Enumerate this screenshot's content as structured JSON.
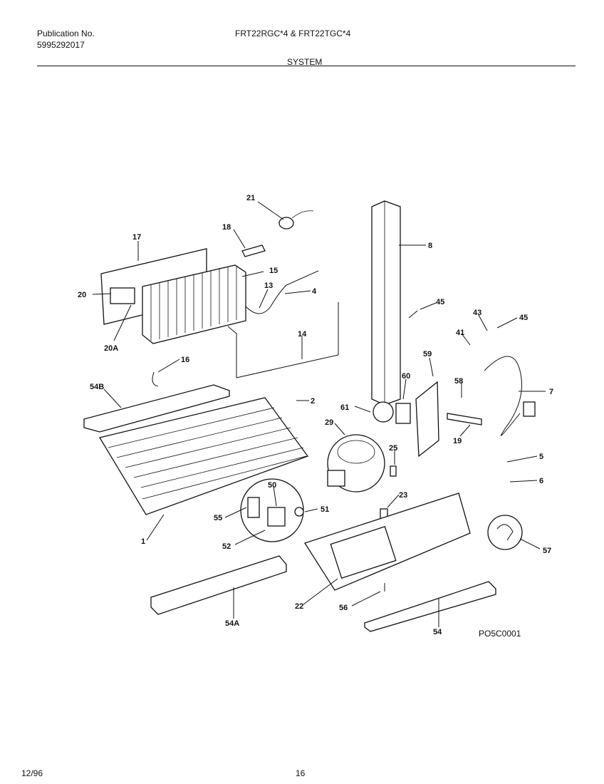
{
  "header": {
    "publication_label": "Publication No.",
    "publication_number": "5995292017",
    "models": "FRT22RGC*4 & FRT22TGC*4",
    "section": "SYSTEM"
  },
  "footer": {
    "date": "12/96",
    "page": "16"
  },
  "diagram": {
    "code": "PO5C0001",
    "callouts": [
      "21",
      "18",
      "17",
      "15",
      "20",
      "13",
      "4",
      "20A",
      "14",
      "16",
      "54B",
      "2",
      "8",
      "45",
      "45",
      "43",
      "41",
      "7",
      "59",
      "58",
      "60",
      "61",
      "29",
      "19",
      "5",
      "6",
      "25",
      "50",
      "23",
      "51",
      "55",
      "52",
      "1",
      "22",
      "56",
      "57",
      "54A",
      "54"
    ]
  }
}
